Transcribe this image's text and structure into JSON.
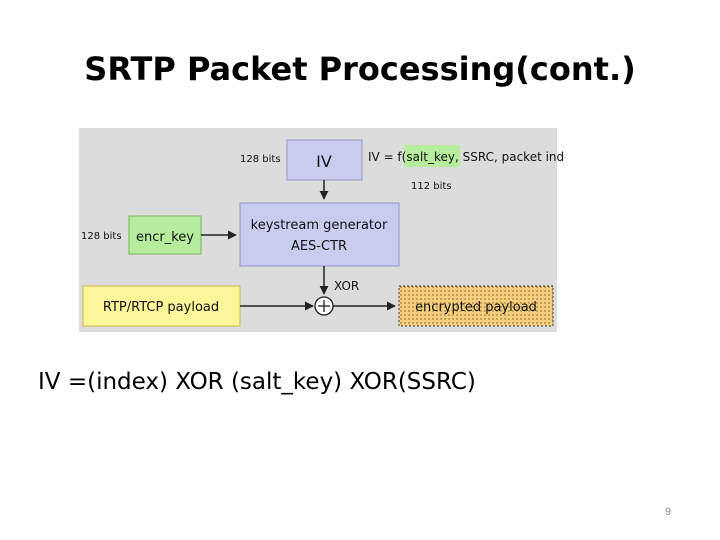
{
  "slide": {
    "title": "SRTP Packet Processing(cont.)",
    "caption": "IV =(index) XOR (salt_key)  XOR(SSRC)",
    "page_number": "9"
  },
  "diagram": {
    "iv_bits": "128 bits",
    "iv_label": "IV",
    "iv_formula_prefix": "IV = f(",
    "iv_formula_salt": "salt_key,",
    "iv_formula_rest": " SSRC, packet index)",
    "salt_bits": "112 bits",
    "key_bits": "128 bits",
    "key_label": "encr_key",
    "generator_line1": "keystream generator",
    "generator_line2": "AES-CTR",
    "xor_label": "XOR",
    "payload_label": "RTP/RTCP payload",
    "encrypted_label": "encrypted payload",
    "colors": {
      "iv_box": "#c8cdf0",
      "generator_box": "#c8cdf0",
      "key_box": "#b6ec9e",
      "salt_highlight": "#b6ec9e",
      "payload_box": "#fdf59a",
      "encrypted_box": "#f5cf7e",
      "panel": "#dcdcdc"
    }
  }
}
